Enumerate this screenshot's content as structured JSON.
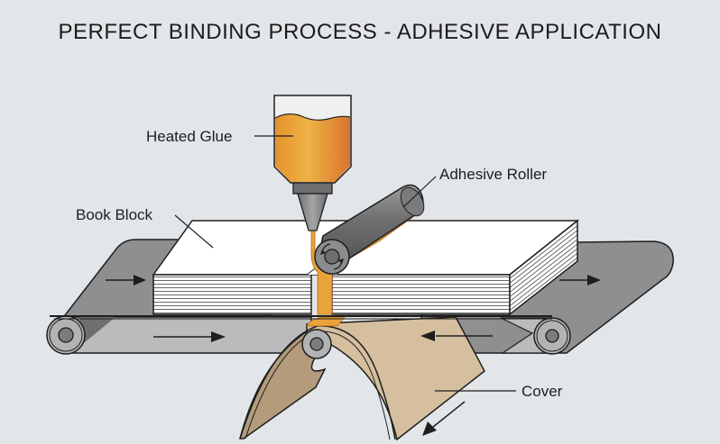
{
  "title": "PERFECT BINDING PROCESS - ADHESIVE APPLICATION",
  "labels": {
    "heated_glue": "Heated Glue",
    "adhesive_roller": "Adhesive Roller",
    "book_block": "Book Block",
    "cover": "Cover"
  },
  "colors": {
    "background": "#e3e6e9",
    "glue_orange": "#e9a33a",
    "glue_dark": "#d9772f",
    "belt_gray": "#8e8f90",
    "belt_light": "#b9bbbd",
    "roller_gray": "#6e6f71",
    "cover_tan": "#d5bf9f",
    "paper_white": "#ffffff",
    "outline": "#1e1e1e"
  },
  "direction_arrows": [
    "belt-top-left-right",
    "belt-bottom-right",
    "belt-top-right-right",
    "cover-feed-left",
    "cover-exit-down-left"
  ],
  "roller_rotation_arrows": [
    "clockwise-top",
    "clockwise-bottom"
  ]
}
